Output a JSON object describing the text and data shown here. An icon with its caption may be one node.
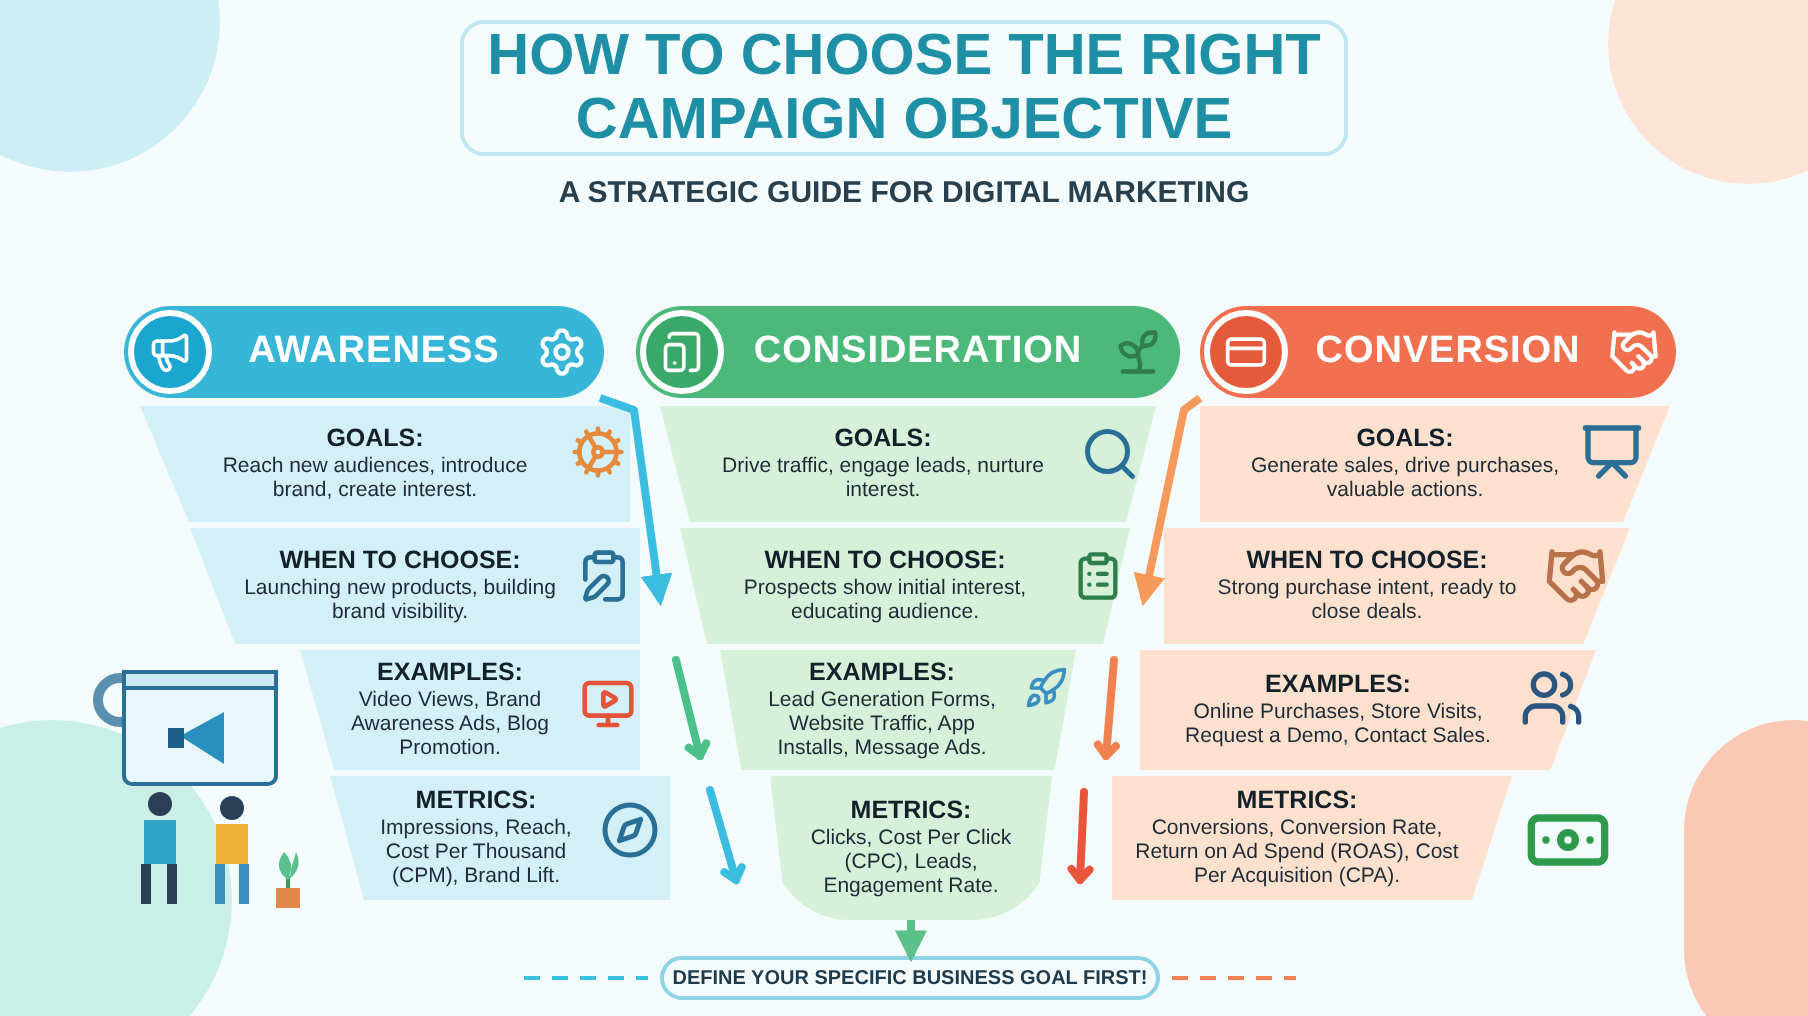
{
  "diagram": {
    "title": "HOW TO CHOOSE THE RIGHT CAMPAIGN OBJECTIVE",
    "nodes": [
      {
        "text": [
          "AWARENESS"
        ]
      },
      {
        "text": [
          "GOALS:",
          "Reach new audiences, introduce brand, create interest."
        ]
      },
      {
        "text": [
          "WHEN TO CHOOSE:",
          "Launching new products, building brand visibility."
        ]
      },
      {
        "text": [
          "EXAMPLES:",
          "Video Views, Brand Awareness Ads, Blog Promotion."
        ]
      },
      {
        "text": [
          "METRICS:",
          "Impressions, Reach, Cost Per Thousand (CPM), Brand Lift."
        ]
      },
      {
        "text": [
          "CONSIDERATION"
        ]
      },
      {
        "text": [
          "GOALS:",
          "Drive traffic, engage leads, nurture interest."
        ]
      },
      {
        "text": [
          "WHEN TO CHOOSE:",
          "Prospects show initial interest, educating audience."
        ]
      },
      {
        "text": [
          "EXAMPLES:",
          "Lead Generation Forms, Website Traffic, App Installs, Message Ads."
        ]
      },
      {
        "text": [
          "METRICS:",
          "Clicks, Cost Per Click (CPC), Leads, Engagement Rate."
        ]
      },
      {
        "text": [
          "CONVERSION"
        ]
      },
      {
        "text": [
          "GOALS:",
          "Generate sales, drive purchases, valuable actions."
        ]
      },
      {
        "text": [
          "WHEN TO CHOOSE:",
          "Strong purchase intent, ready to close deals."
        ]
      },
      {
        "text": [
          "EXAMPLES:",
          "Online Purchases, Store Visits, Request a Demo, Contact Sales."
        ]
      },
      {
        "text": [
          "METRICS:",
          "Conversions, Conversion Rate, Return on Ad Spend (ROAS), Cost Per Acquisition (CPA)."
        ]
      },
      {
        "text": [
          "DEFINE YOUR SPECIFIC BUSINESS GOAL FIRST!"
        ]
      }
    ],
    "edges": [
      {
        "from": 9,
        "to": 15,
        "arrow": "to",
        "color": "#5cc08a"
      },
      {
        "from": 0,
        "to": 2,
        "arrow": "to",
        "color": "#3bbde0"
      },
      {
        "from": 10,
        "to": 7,
        "arrow": "to",
        "color": "#f59a5a"
      }
    ],
    "labels": [
      "A STRATEGIC GUIDE FOR DIGITAL MARKETING"
    ]
  }
}
